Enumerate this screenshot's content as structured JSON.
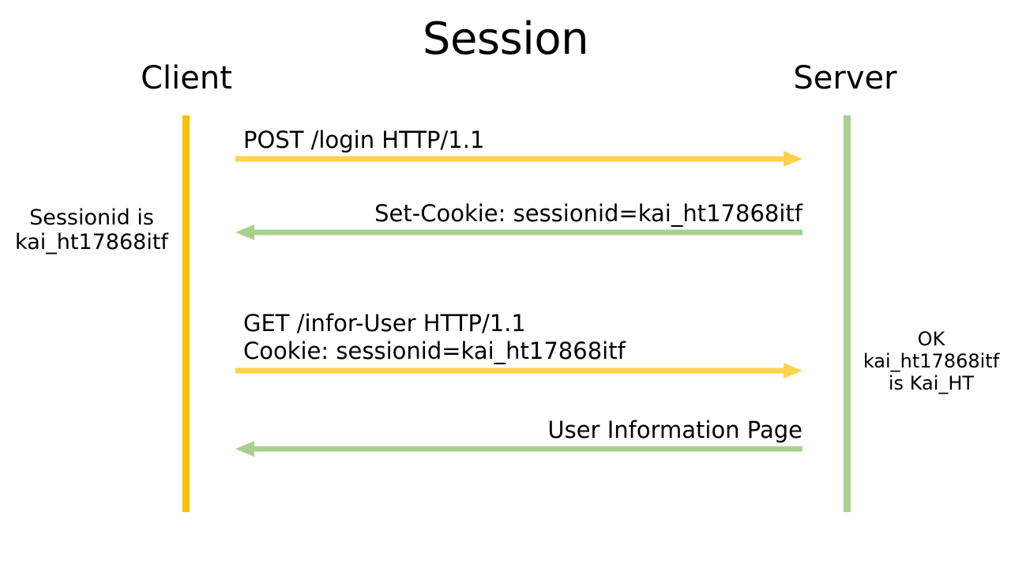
{
  "diagram": {
    "title": "Session",
    "type": "sequence-diagram",
    "actors": [
      {
        "id": "client",
        "label": "Client",
        "lifeline_color": "#FFC000"
      },
      {
        "id": "server",
        "label": "Server",
        "lifeline_color": "#A9D18E"
      }
    ],
    "messages": [
      {
        "id": "m1",
        "from": "client",
        "to": "server",
        "direction": "right",
        "color": "#FFD24D",
        "lines": [
          "POST /login HTTP/1.1"
        ]
      },
      {
        "id": "m2",
        "from": "server",
        "to": "client",
        "direction": "left",
        "color": "#A9D18E",
        "lines": [
          "Set-Cookie: sessionid=kai_ht17868itf"
        ]
      },
      {
        "id": "m3",
        "from": "client",
        "to": "server",
        "direction": "right",
        "color": "#FFD24D",
        "lines": [
          "GET /infor-User HTTP/1.1",
          "Cookie: sessionid=kai_ht17868itf"
        ]
      },
      {
        "id": "m4",
        "from": "server",
        "to": "client",
        "direction": "left",
        "color": "#A9D18E",
        "lines": [
          "User Information Page"
        ]
      }
    ],
    "notes": [
      {
        "id": "client-note",
        "side": "client",
        "text": "Sessionid is\nkai_ht17868itf"
      },
      {
        "id": "server-note",
        "side": "server",
        "text": "OK\nkai_ht17868itf\nis Kai_HT"
      }
    ]
  },
  "messages_text": {
    "m1_line1": "POST /login HTTP/1.1",
    "m2_line1": "Set-Cookie: sessionid=kai_ht17868itf",
    "m3_line1": "GET /infor-User HTTP/1.1",
    "m3_line2": "Cookie: sessionid=kai_ht17868itf",
    "m4_line1": "User Information Page"
  }
}
